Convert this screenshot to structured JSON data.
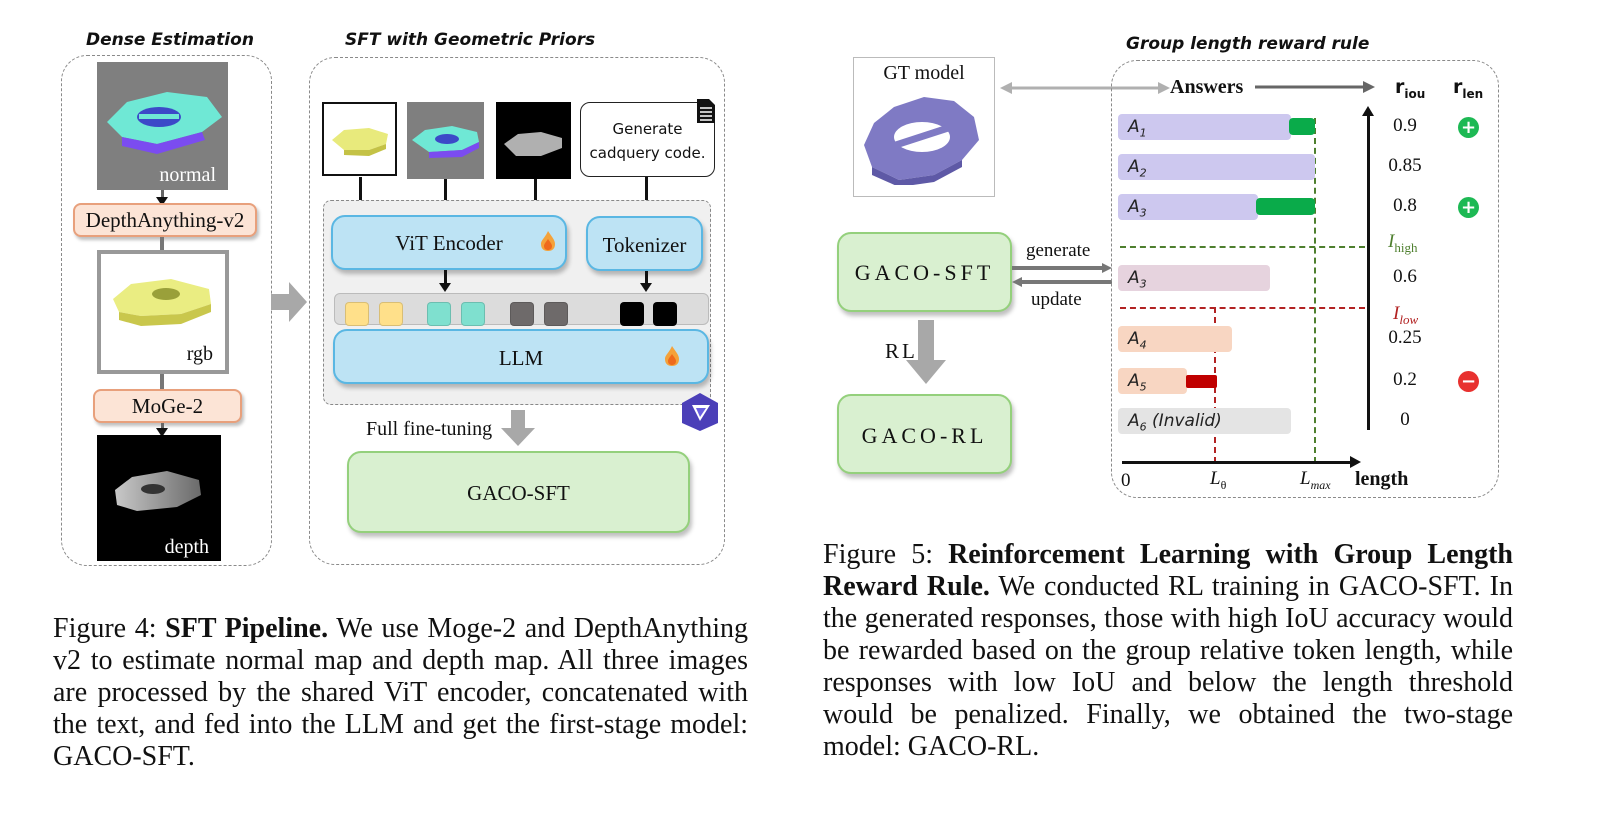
{
  "figure4": {
    "dense_title": "Dense Estimation",
    "sft_title": "SFT with Geometric Priors",
    "normal_label": "normal",
    "rgb_label": "rgb",
    "depth_label": "depth",
    "depthanything_label": "DepthAnything-v2",
    "moge_label": "MoGe-2",
    "prompt_text_line1": "Generate",
    "prompt_text_line2": "cadquery code.",
    "vit_label": "ViT Encoder",
    "tokenizer_label": "Tokenizer",
    "llm_label": "LLM",
    "finetune_label": "Full fine-tuning",
    "output_label": "GACO-SFT",
    "token_colors": [
      "#ffe08a",
      "#ffe08a",
      "#7fe0cf",
      "#7fe0cf",
      "#6e6a6a",
      "#6e6a6a",
      "#000000",
      "#000000"
    ],
    "caption_prefix": "Figure 4: ",
    "caption_bold": "SFT Pipeline.",
    "caption_text": " We use Moge-2 and DepthAnything v2 to estimate normal map and depth map. All three images are processed by the shared ViT encoder, concatenated with the text, and fed into the LLM and get the first-stage model: GACO-SFT."
  },
  "figure5": {
    "title": "Group length reward rule",
    "gt_label": "GT model",
    "sft_label": "GACO-SFT",
    "rl_label": "GACO-RL",
    "rl_arrow_label": "RL",
    "generate_label": "generate",
    "update_label": "update",
    "answers_label": "Answers",
    "riou_header": "r",
    "riou_sub": "iou",
    "rlen_header": "r",
    "rlen_sub": "len",
    "i_high_label": "I",
    "i_high_sub": "high",
    "i_low_label": "I",
    "i_low_sub": "low",
    "x_axis_zero": "0",
    "x_axis_l0": "L",
    "x_axis_l0_sub": "θ",
    "x_axis_lmax": "L",
    "x_axis_lmax_sub": "max",
    "x_axis_title": "length",
    "answers": [
      {
        "name": "A",
        "sub": "1",
        "suffix": "",
        "iou": "0.9",
        "reward": "+",
        "group": "high",
        "base_len": 0.88,
        "bonus_to": 1.0
      },
      {
        "name": "A",
        "sub": "2",
        "suffix": "",
        "iou": "0.85",
        "reward": "",
        "group": "high",
        "base_len": 1.0,
        "bonus_to": null
      },
      {
        "name": "A",
        "sub": "3",
        "suffix": "",
        "iou": "0.8",
        "reward": "+",
        "group": "high",
        "base_len": 0.71,
        "bonus_to": 1.0
      },
      {
        "name": "A",
        "sub": "3",
        "suffix": "",
        "iou": "0.6",
        "reward": "",
        "group": "mid",
        "base_len": 0.77,
        "bonus_to": null
      },
      {
        "name": "A",
        "sub": "4",
        "suffix": "",
        "iou": "0.25",
        "reward": "",
        "group": "low",
        "base_len": 0.58,
        "bonus_to": null
      },
      {
        "name": "A",
        "sub": "5",
        "suffix": "",
        "iou": "0.2",
        "reward": "-",
        "group": "low",
        "base_len": 0.35,
        "penalty_to": 0.51
      },
      {
        "name": "A",
        "sub": "6",
        "suffix": " (Invalid)",
        "iou": "0",
        "reward": "",
        "group": "invalid",
        "base_len": 0.88,
        "bonus_to": null
      }
    ],
    "colors": {
      "high": "#cdc8ef",
      "mid": "#e6d3de",
      "low": "#f8d6c2",
      "invalid": "#e4e4e4",
      "bonus": "#0aab4a",
      "penalty": "#c00000",
      "plus_badge": "#1db954",
      "minus_badge": "#e8312f",
      "i_high": "#4e7f2e",
      "i_low": "#b22222"
    },
    "caption_prefix": "Figure 5: ",
    "caption_bold": "Reinforcement Learning with Group Length Reward Rule.",
    "caption_text": " We conducted RL training in GACO-SFT. In the generated responses, those with high IoU accuracy would be rewarded based on the group relative token length, while responses with low IoU and below the length threshold would be penalized. Finally, we obtained the two-stage model: GACO-RL."
  }
}
